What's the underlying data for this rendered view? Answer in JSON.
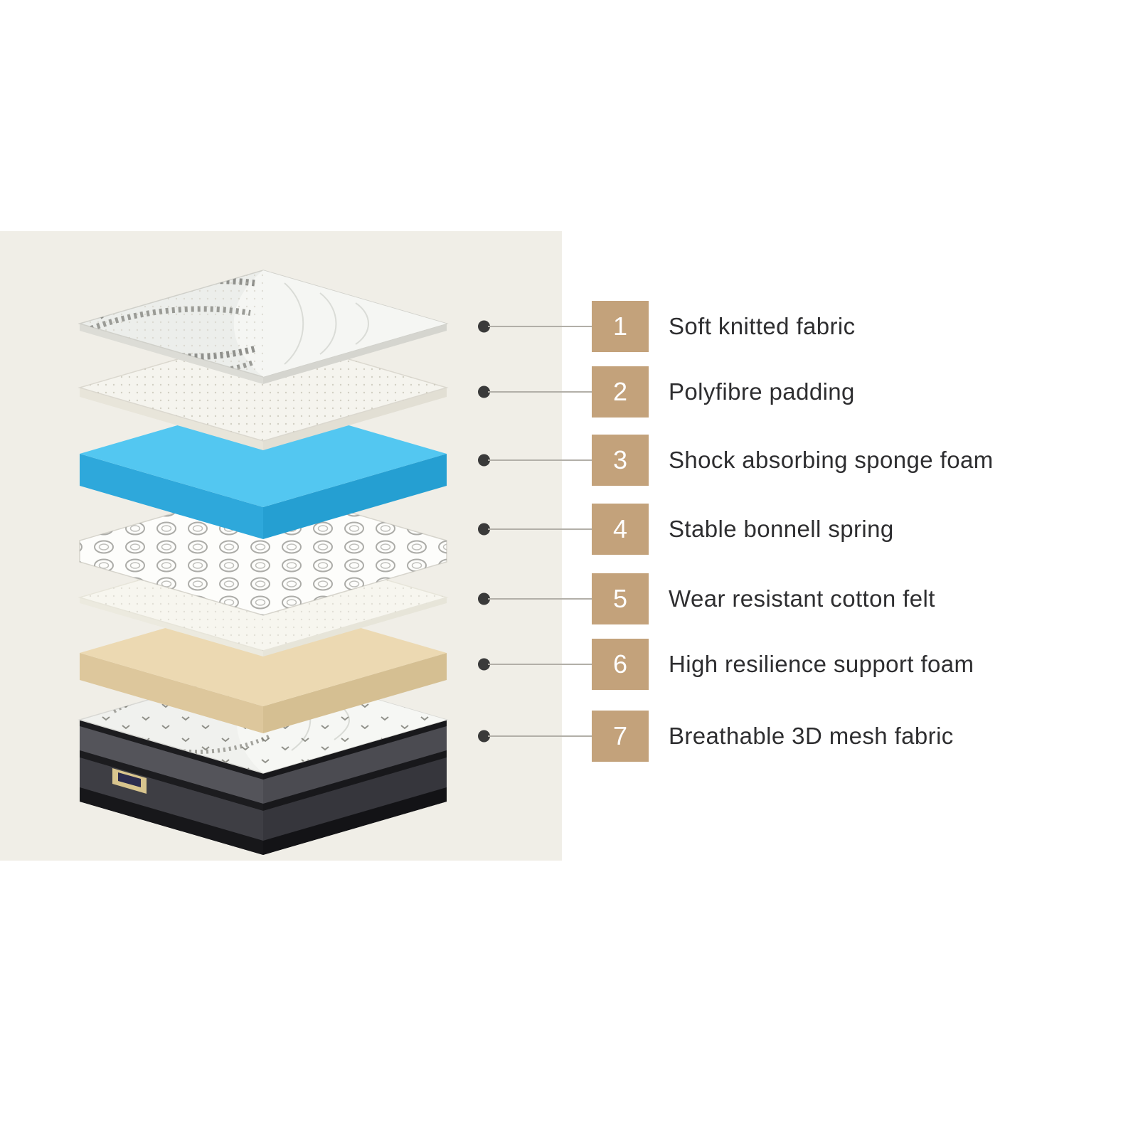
{
  "colors": {
    "accent": "#c3a27b",
    "panel_bg": "#f0eee7",
    "line": "#b2afa8",
    "dot": "#3a3a3a",
    "text": "#2e2e30",
    "number_text": "#ffffff",
    "foam_blue": "#53c7f1",
    "foam_tan": "#ecd9b2"
  },
  "legend": {
    "items": [
      {
        "num": "1",
        "label": "Soft knitted fabric"
      },
      {
        "num": "2",
        "label": "Polyfibre padding"
      },
      {
        "num": "3",
        "label": "Shock absorbing sponge foam"
      },
      {
        "num": "4",
        "label": "Stable bonnell spring"
      },
      {
        "num": "5",
        "label": "Wear resistant cotton felt"
      },
      {
        "num": "6",
        "label": "High resilience support foam"
      },
      {
        "num": "7",
        "label": "Breathable 3D mesh fabric"
      }
    ]
  },
  "diagram": {
    "layers": [
      {
        "id": 1,
        "name": "soft-knitted-fabric",
        "color": "#eceeeb"
      },
      {
        "id": 2,
        "name": "polyfibre-padding",
        "color": "#f5f4ee"
      },
      {
        "id": 3,
        "name": "shock-absorbing-sponge-foam",
        "color": "#53c7f1"
      },
      {
        "id": 4,
        "name": "stable-bonnell-spring",
        "color": "#fcfcfa"
      },
      {
        "id": 5,
        "name": "wear-resistant-cotton-felt",
        "color": "#f7f6ef"
      },
      {
        "id": 6,
        "name": "high-resilience-support-foam",
        "color": "#ecd9b2"
      },
      {
        "id": 7,
        "name": "breathable-3d-mesh-fabric",
        "color": "#f0f1ee"
      }
    ]
  }
}
